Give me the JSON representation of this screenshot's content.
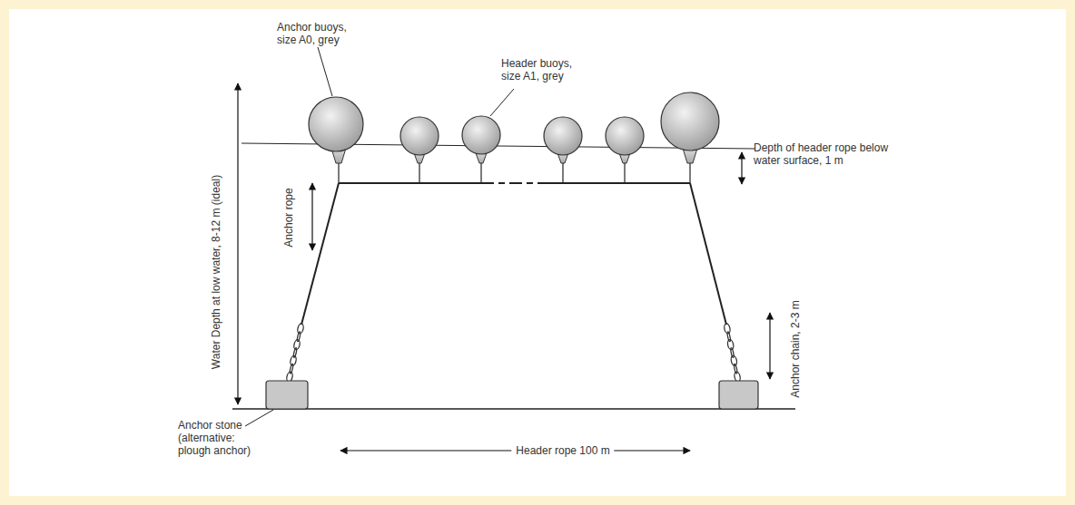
{
  "diagram": {
    "labels": [
      "Anchor buoys, size A0, grey",
      "Header buoys, size A1, grey",
      "Depth of header rope below water surface, 1 m",
      "Anchor rope",
      "Water Depth at low water, 8-12 m (ideal)",
      "Anchor chain, 2-3 m",
      "Anchor stone (alternative: plough anchor)",
      "Header rope 100 m"
    ]
  }
}
